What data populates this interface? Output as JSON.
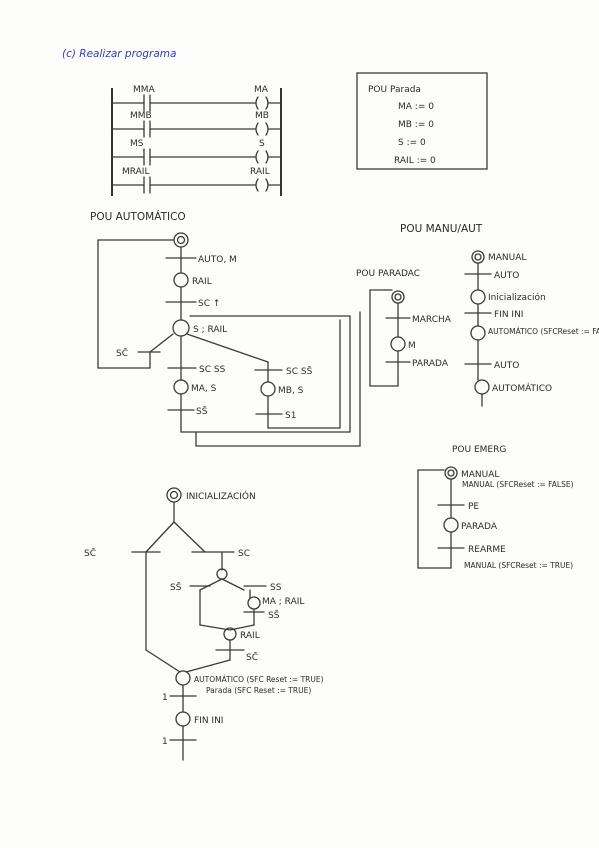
{
  "page_title": "(c) Realizar programa",
  "ladder": {
    "contacts": [
      "MMA",
      "MMB",
      "MS",
      "MRAIL"
    ],
    "coils": [
      "MA",
      "MB",
      "S",
      "RAIL"
    ]
  },
  "pou_parada_box": {
    "title": "POU Parada",
    "lines": [
      "MA := 0",
      "MB := 0",
      "S := 0",
      "RAIL := 0"
    ]
  },
  "pou_automatico": {
    "title": "POU AUTOMÁTICO",
    "steps": [
      "RAIL",
      "S ; RAIL",
      "MA, S",
      "MB, S"
    ],
    "transitions": [
      "AUTO, M",
      "SC ↑",
      "SC SS",
      "SC SS̄",
      "SS̄",
      "S1",
      "SC̄"
    ]
  },
  "pou_manu_aut": {
    "title": "POU MANU/AUT",
    "steps": [
      "MANUAL",
      "Inicialización",
      "AUTOMÁTICO (SFCReset := FALSE) Parada (SFCReset := TRUE)",
      "AUTOMÁTICO"
    ],
    "transitions": [
      "AUTO",
      "FIN INI",
      "AUTO"
    ]
  },
  "pou_paradac": {
    "title": "POU PARADAC",
    "steps": [
      "M"
    ],
    "transitions": [
      "MARCHA",
      "PARADA"
    ]
  },
  "pou_emerg": {
    "title": "POU EMERG",
    "steps": [
      "MANUAL",
      "PARADA"
    ],
    "transitions": [
      "PE",
      "REARME"
    ],
    "actions": [
      "MANUAL (SFCReset := FALSE)",
      "MANUAL (SFCReset := TRUE)"
    ]
  },
  "inicializacion": {
    "steps": [
      "INICIALIZACIÓN",
      "MA ; RAIL",
      "RAIL",
      "AUTOMÁTICO (SFC Reset := TRUE)",
      "Parada (SFC Reset := TRUE)",
      "FIN INI"
    ],
    "transitions": [
      "SC̄",
      "SC",
      "SS̄",
      "SS",
      "SS̄",
      "SC̄",
      "1",
      "1"
    ]
  }
}
